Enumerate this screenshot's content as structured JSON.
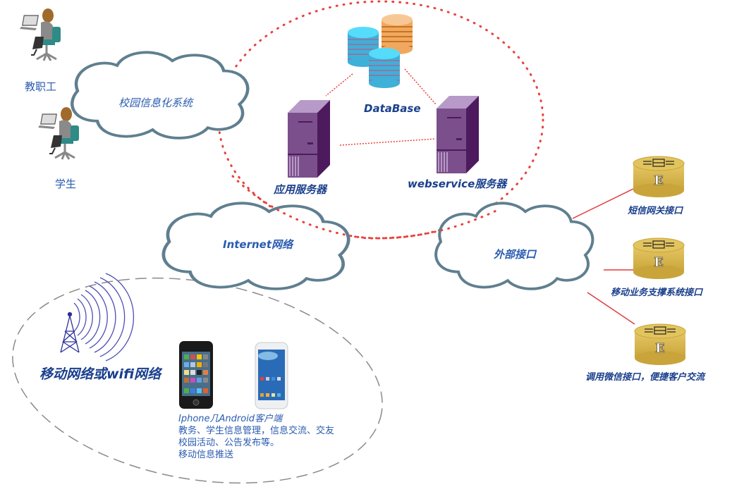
{
  "diagram": {
    "users": [
      {
        "label": "教职工",
        "icon": "office-worker-icon"
      },
      {
        "label": "学生",
        "icon": "office-worker-icon"
      }
    ],
    "clouds": {
      "campus": "校园信息化系统",
      "internet": "Internet网络",
      "external": "外部接口"
    },
    "server_zone": {
      "database": "DataBase",
      "app_server": "应用服务器",
      "webservice_server": "webservice服务器"
    },
    "mobile_zone": {
      "network_label": "移动网络或wifi网络",
      "client_lines": [
        "Iphone几Android客户端",
        "教务、学生信息管理，信息交流、交友",
        "校园活动、公告发布等。",
        "移动信息推送"
      ]
    },
    "interfaces": [
      {
        "label": "短信网关接口",
        "glyph": "E"
      },
      {
        "label": "移动业务支撑系统接口",
        "glyph": "E"
      },
      {
        "label": "调用微信接口，便捷客户交流",
        "glyph": "E"
      }
    ],
    "colors": {
      "cloud_stroke": "#5f7f8f",
      "dotted_link": "#e8413c",
      "solid_link": "#e03a3a",
      "label_text": "#1f4e9a",
      "server_purple": "#7b4f8c",
      "db_cyan": "#3fc8ee",
      "db_orange": "#f0a860",
      "gateway_gold": "#d4b24a"
    }
  }
}
